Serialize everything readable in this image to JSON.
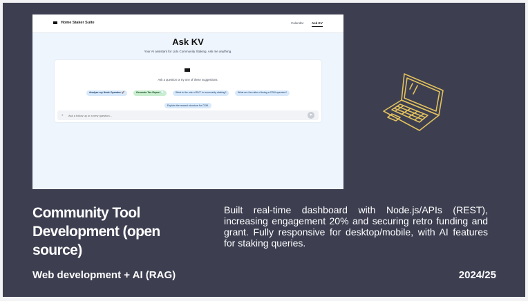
{
  "screenshot": {
    "brand": "Home Staker Suite",
    "nav": [
      "Calendar",
      "Ask KV"
    ],
    "title": "Ask KV",
    "subtitle": "Your AI assistant for Lido Community Staking. Ask me anything.",
    "prompt": "Ask a question or try one of these suggestions:",
    "chips": [
      "Analyze my Node Operator 🚀",
      "Generate Tax Report 🧾",
      "What is the role of DVT in community staking?",
      "What are the risks of being a CSM operator?",
      "Explain the reward structure for CSM."
    ],
    "input_placeholder": "Ask a follow up or a new question..."
  },
  "slide": {
    "title": "Community Tool Development (open source)",
    "description": "Built real-time dashboard with Node.js/APIs  (REST), increasing engagement 20% and securing   retro funding and grant. Fully responsive for desktop/mobile, with AI features for staking queries.",
    "category": "Web development + AI (RAG)",
    "year": "2024/25"
  },
  "colors": {
    "background": "#3d3f51",
    "accent_illustration": "#e3c15b",
    "chip_blue": "#d7e9fb",
    "chip_green": "#c9eecf"
  },
  "icons": {
    "illustration": "laptop-icon",
    "brand": "chat-bubble-icon",
    "attach": "paperclip-icon",
    "send": "send-icon"
  }
}
